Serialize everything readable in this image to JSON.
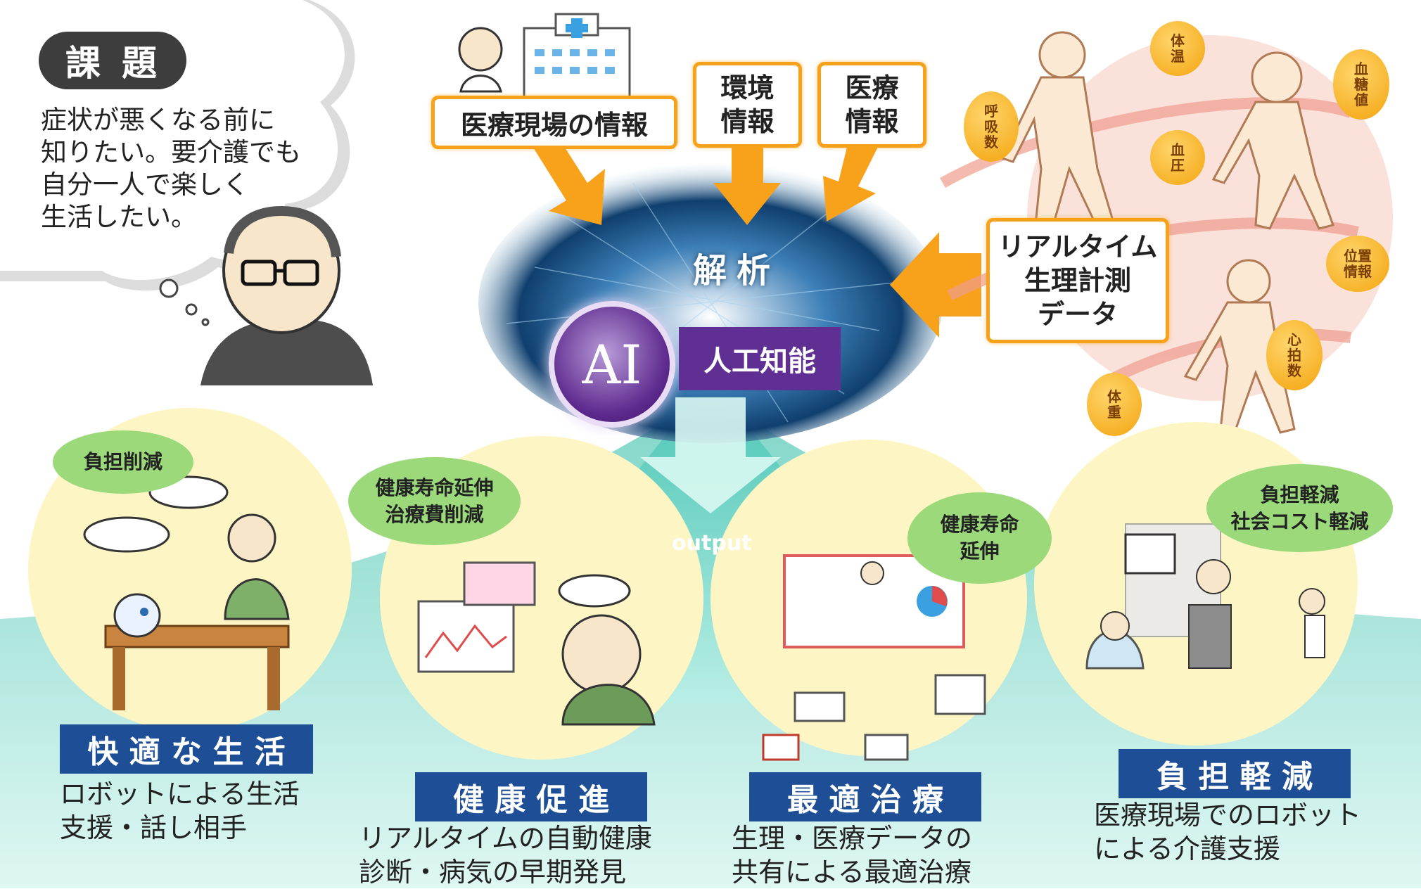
{
  "problem": {
    "tag": "課題",
    "lines": [
      "症状が悪くなる前に",
      "知りたい。要介護でも",
      "自分一人で楽しく",
      "生活したい。"
    ]
  },
  "inputs": {
    "medical_site": "医療現場の情報",
    "environment": [
      "環境",
      "情報"
    ],
    "medical": [
      "医療",
      "情報"
    ],
    "realtime": [
      "リアルタイム",
      "生理計測",
      "データ"
    ]
  },
  "vitals": {
    "temperature": "体\n温",
    "respiration": "呼\n吸\n数",
    "blood_pressure": "血\n圧",
    "blood_sugar": "血\n糖\n値",
    "position": "位置\n情報",
    "heart_rate": "心\n拍\n数",
    "weight": "体\n重"
  },
  "center": {
    "analysis": "解析",
    "ai": "AI",
    "ai_label": "人工知能",
    "output": "output"
  },
  "outcomes": [
    {
      "speech": [
        "負担削減"
      ],
      "tag": "快 適 な 生 活",
      "desc": [
        "ロボットによる生活",
        "支援・話し相手"
      ]
    },
    {
      "speech": [
        "健康寿命延伸",
        "治療費削減"
      ],
      "tag": "健 康 促 進",
      "desc": [
        "リアルタイムの自動健康",
        "診断・病気の早期発見"
      ]
    },
    {
      "speech": [
        "健康寿命",
        "延伸"
      ],
      "tag": "最 適 治 療",
      "desc": [
        "生理・医療データの",
        "共有による最適治療"
      ]
    },
    {
      "speech": [
        "負担軽減",
        "社会コスト軽減"
      ],
      "tag": "負 担 軽 減",
      "desc": [
        "医療現場でのロボット",
        "による介護支援"
      ]
    }
  ],
  "colors": {
    "orange": "#f7a21a",
    "teal": "#3fc2b0",
    "purple": "#5f2f94",
    "navy": "#1e4f96",
    "green_bubble": "#9bd97a",
    "yellow_circle": "#fdf6c4"
  }
}
